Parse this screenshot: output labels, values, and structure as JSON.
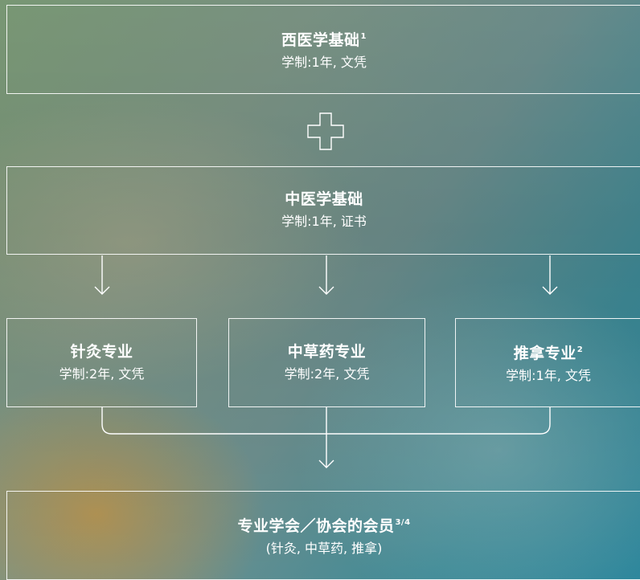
{
  "colors": {
    "stroke": "#ffffff",
    "text": "#ffffff"
  },
  "boxes": {
    "western": {
      "title": "西医学基础",
      "sup": "1",
      "sub": "学制:1年, 文凭"
    },
    "chinese": {
      "title": "中医学基础",
      "sup": "",
      "sub": "学制:1年, 证书"
    },
    "acupuncture": {
      "title": "针灸专业",
      "sup": "",
      "sub": "学制:2年, 文凭"
    },
    "herbal": {
      "title": "中草药专业",
      "sup": "",
      "sub": "学制:2年, 文凭"
    },
    "tuina": {
      "title": "推拿专业",
      "sup": "2",
      "sub": "学制:1年, 文凭"
    },
    "membership": {
      "title": "专业学会／协会的会员",
      "sup": "3/4",
      "sub": "(针灸, 中草药, 推拿)"
    }
  },
  "connectors": {
    "plus_icon": "plus-outline-icon",
    "arrow_icon": "arrow-down-icon"
  }
}
